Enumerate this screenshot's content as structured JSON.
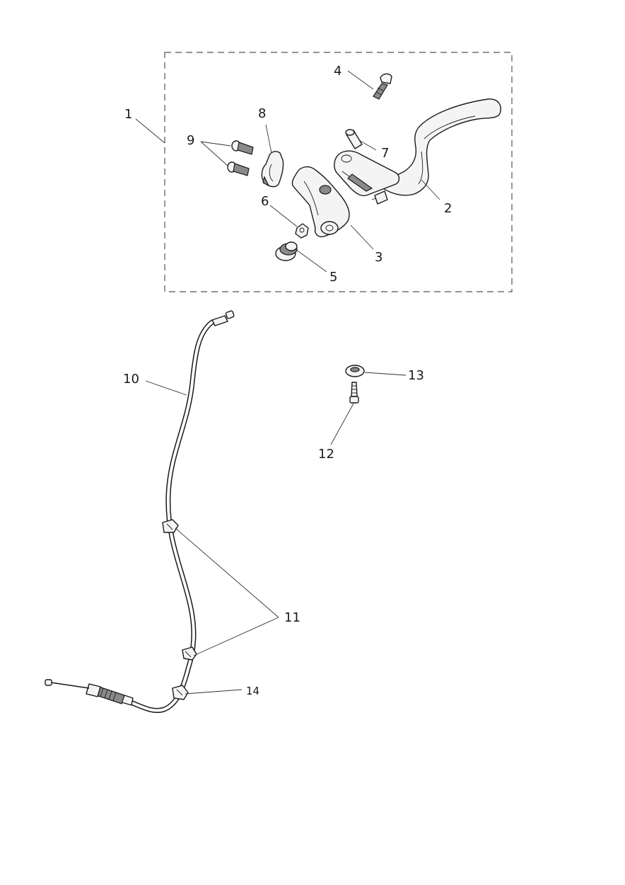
{
  "diagram": {
    "callouts": [
      {
        "id": "1",
        "label": "1"
      },
      {
        "id": "2",
        "label": "2"
      },
      {
        "id": "3",
        "label": "3"
      },
      {
        "id": "4",
        "label": "4"
      },
      {
        "id": "5",
        "label": "5"
      },
      {
        "id": "6",
        "label": "6"
      },
      {
        "id": "7",
        "label": "7"
      },
      {
        "id": "8",
        "label": "8"
      },
      {
        "id": "9",
        "label": "9"
      },
      {
        "id": "10",
        "label": "10"
      },
      {
        "id": "11",
        "label": "11"
      },
      {
        "id": "12",
        "label": "12"
      },
      {
        "id": "13",
        "label": "13"
      },
      {
        "id": "14",
        "label": "14"
      }
    ],
    "colors": {
      "line": "#1a1a1a",
      "part_fill": "#f4f4f4",
      "shade": "#8a8a8a",
      "background": "#ffffff"
    }
  }
}
